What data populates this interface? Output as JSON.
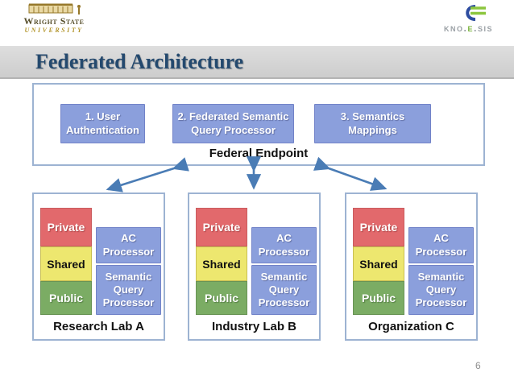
{
  "logos": {
    "wright_state": {
      "line1": "Wright State",
      "line2": "UNIVERSITY"
    },
    "knoesis": {
      "pre": "kno.",
      "e": "e",
      "post": ".sis"
    }
  },
  "slide": {
    "title": "Federated Architecture",
    "page_number": "6"
  },
  "endpoint": {
    "label": "Federal Endpoint",
    "components": [
      "1. User Authentication",
      "2. Federated Semantic Query Processor",
      "3. Semantics Mappings"
    ]
  },
  "labs": [
    {
      "name": "Research Lab A",
      "zones": [
        "Private",
        "Shared",
        "Public"
      ],
      "processors": [
        "AC Processor",
        "Semantic Query Processor"
      ]
    },
    {
      "name": "Industry Lab B",
      "zones": [
        "Private",
        "Shared",
        "Public"
      ],
      "processors": [
        "AC Processor",
        "Semantic Query Processor"
      ]
    },
    {
      "name": "Organization C",
      "zones": [
        "Private",
        "Shared",
        "Public"
      ],
      "processors": [
        "AC Processor",
        "Semantic Query Processor"
      ]
    }
  ],
  "colors": {
    "process_fill": "#8b9fdc",
    "process_border": "#7283c8",
    "private": "#e2696c",
    "shared": "#ede76f",
    "public": "#7bac64",
    "container_border": "#9db3d2",
    "arrow": "#4a7cb5",
    "title_color": "#24496e",
    "title_bar_bg": "#d6d6d6",
    "knoesis_green": "#7ab43c",
    "knoesis_gray": "#9aa0a5",
    "wsu_brown": "#564e2a",
    "wsu_gold": "#b3962d"
  }
}
